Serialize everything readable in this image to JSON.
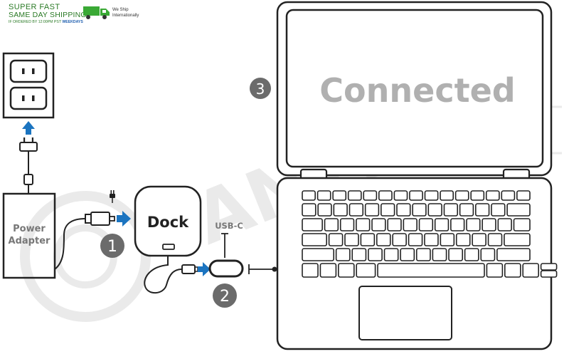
{
  "banner": {
    "line1": "SUPER FAST",
    "line2": "SAME DAY SHIPPING",
    "line3_prefix": "IF ORDERED BY 12:00PM PST",
    "line3_emph": "WEEKDAYS",
    "ship_note": "We Ship Internationally",
    "truck_color": "#3aa935"
  },
  "labels": {
    "power_adapter_line1": "Power",
    "power_adapter_line2": "Adapter",
    "dock": "Dock",
    "usb_c": "USB-C",
    "screen_text": "Connected"
  },
  "steps": {
    "one": "1",
    "two": "2",
    "three": "3"
  },
  "watermark": "ANYHDD",
  "colors": {
    "arrow_blue": "#1b74c0",
    "outline": "#222222",
    "badge_gray": "#6b6b6b",
    "screen_text": "#b0b0b0"
  }
}
